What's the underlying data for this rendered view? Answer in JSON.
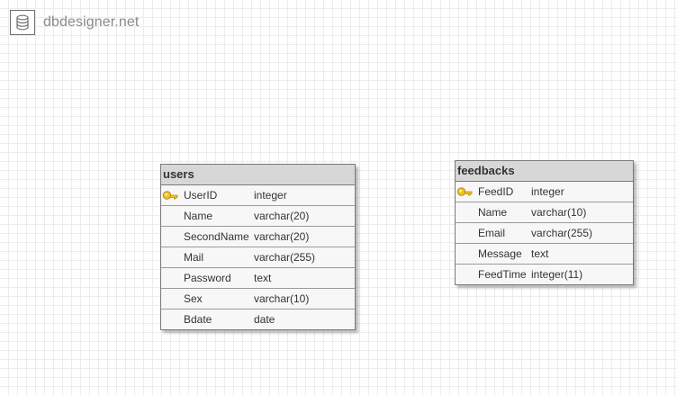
{
  "app": {
    "logo_text": "dbdesigner.net",
    "logo_icon": "database-icon"
  },
  "tables": {
    "users": {
      "title": "users",
      "rows": [
        {
          "name": "UserID",
          "type": "integer",
          "primary_key": true
        },
        {
          "name": "Name",
          "type": "varchar(20)",
          "primary_key": false
        },
        {
          "name": "SecondName",
          "type": "varchar(20)",
          "primary_key": false
        },
        {
          "name": "Mail",
          "type": "varchar(255)",
          "primary_key": false
        },
        {
          "name": "Password",
          "type": "text",
          "primary_key": false
        },
        {
          "name": "Sex",
          "type": "varchar(10)",
          "primary_key": false
        },
        {
          "name": "Bdate",
          "type": "date",
          "primary_key": false
        }
      ]
    },
    "feedbacks": {
      "title": "feedbacks",
      "rows": [
        {
          "name": "FeedID",
          "type": "integer",
          "primary_key": true
        },
        {
          "name": "Name",
          "type": "varchar(10)",
          "primary_key": false
        },
        {
          "name": "Email",
          "type": "varchar(255)",
          "primary_key": false
        },
        {
          "name": "Message",
          "type": "text",
          "primary_key": false
        },
        {
          "name": "FeedTime",
          "type": "integer(11)",
          "primary_key": false
        }
      ]
    }
  },
  "colors": {
    "header_bg": "#d7d7d7",
    "table_bg": "#f7f7f7",
    "border": "#7a7a7a",
    "key_icon": "#e8b820"
  }
}
